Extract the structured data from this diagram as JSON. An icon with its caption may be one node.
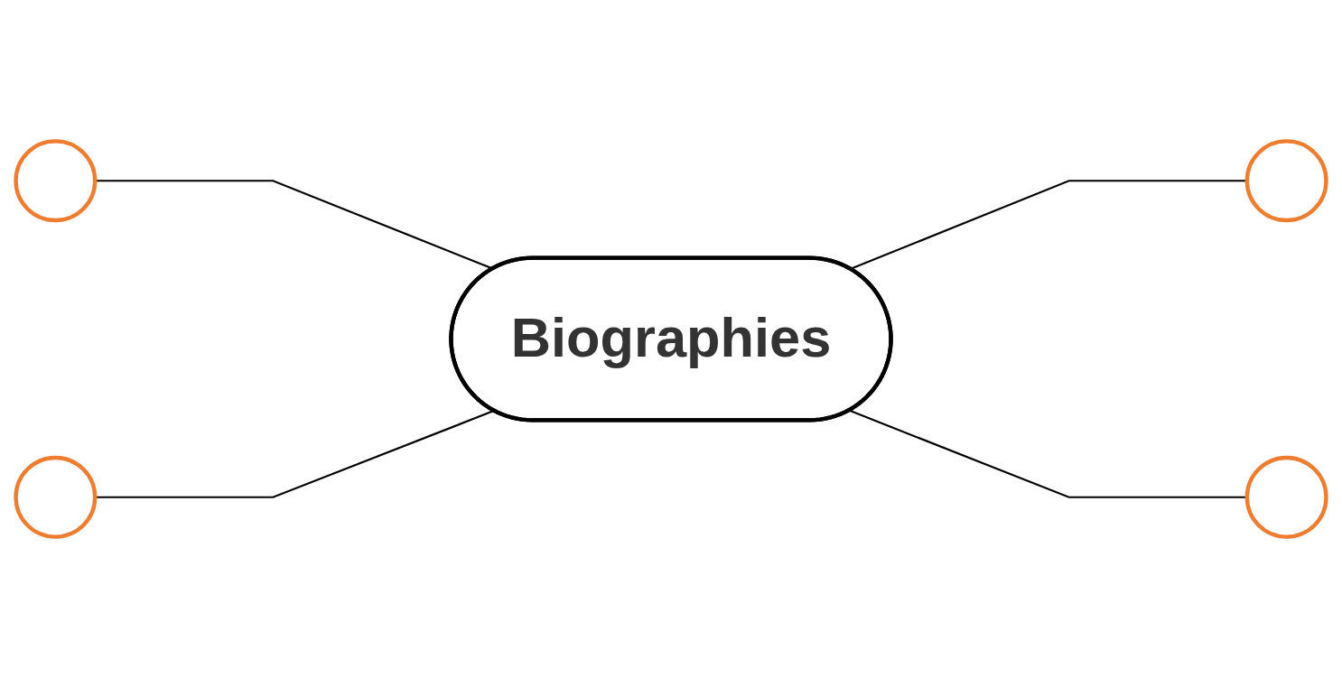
{
  "diagram": {
    "nodes": [
      {
        "text": [],
        "shape": "circle"
      },
      {
        "text": [],
        "shape": "circle"
      },
      {
        "text": [
          "Biographies"
        ]
      },
      {
        "text": [],
        "shape": "circle"
      },
      {
        "text": [],
        "shape": "circle"
      }
    ],
    "edges": [
      {
        "from": 0,
        "to": 2,
        "arrow": "none"
      },
      {
        "from": 2,
        "to": 1,
        "arrow": "none"
      },
      {
        "from": 3,
        "to": 2,
        "arrow": "none"
      },
      {
        "from": 2,
        "to": 4,
        "arrow": "none"
      }
    ]
  }
}
